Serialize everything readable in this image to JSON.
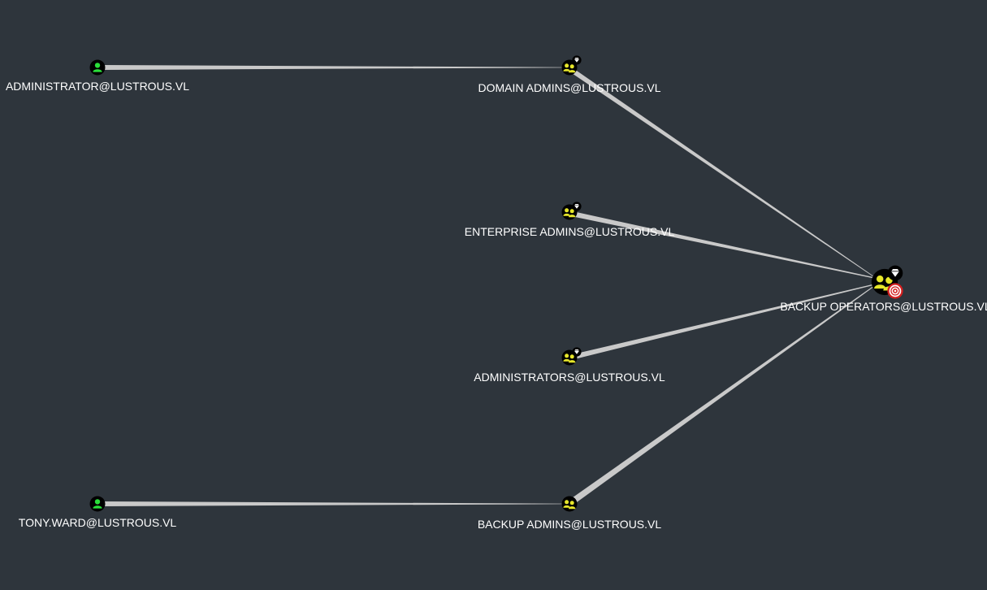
{
  "graph": {
    "background_color": "#2e353c",
    "edge_color": "#c9c9c9",
    "label_color": "#ffffff",
    "user_node_color": "#2adf3a",
    "group_node_color": "#e6e62a",
    "node_ring_color": "#000000",
    "target_badge_color": "#d32020",
    "nodes": {
      "administrator": {
        "label": "ADMINISTRATOR@LUSTROUS.VL",
        "kind": "user",
        "icon": "user-icon"
      },
      "domain_admins": {
        "label": "DOMAIN ADMINS@LUSTROUS.VL",
        "kind": "group",
        "icon": "group-icon",
        "badge": "diamond-icon"
      },
      "enterprise_admins": {
        "label": "ENTERPRISE ADMINS@LUSTROUS.VL",
        "kind": "group",
        "icon": "group-icon",
        "badge": "diamond-icon"
      },
      "administrators": {
        "label": "ADMINISTRATORS@LUSTROUS.VL",
        "kind": "group",
        "icon": "group-icon",
        "badge": "diamond-icon"
      },
      "backup_operators": {
        "label": "BACKUP OPERATORS@LUSTROUS.VL",
        "kind": "group",
        "icon": "group-icon",
        "badge": "diamond-icon",
        "target": "target-icon"
      },
      "tony_ward": {
        "label": "TONY.WARD@LUSTROUS.VL",
        "kind": "user",
        "icon": "user-icon"
      },
      "backup_admins": {
        "label": "BACKUP ADMINS@LUSTROUS.VL",
        "kind": "group",
        "icon": "group-icon"
      }
    }
  }
}
